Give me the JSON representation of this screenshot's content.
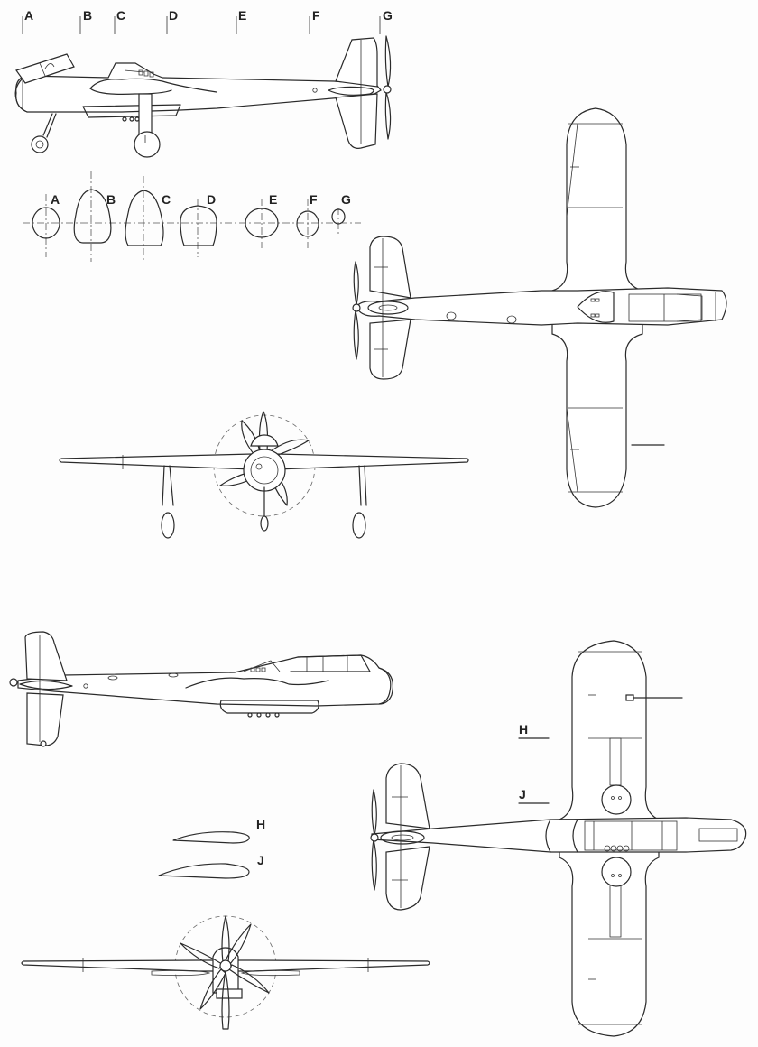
{
  "diagram": {
    "type": "aircraft three-view technical drawing",
    "style": {
      "line_color": "#2a2a2a",
      "background": "#fdfdfd",
      "centerline_color": "#555555"
    },
    "station_labels": [
      "A",
      "B",
      "C",
      "D",
      "E",
      "F",
      "G"
    ],
    "cross_section_labels": [
      "A",
      "B",
      "C",
      "D",
      "E",
      "F",
      "G"
    ],
    "airfoil_section_labels": [
      "H",
      "J"
    ],
    "planform_section_markers": [
      "H",
      "J"
    ],
    "views": [
      {
        "id": "side-view-top",
        "description": "Side profile with station markers A–G, canopy open, landing gear extended"
      },
      {
        "id": "cross-sections",
        "description": "Fuselage cross-sections at stations A–G"
      },
      {
        "id": "plan-view-top",
        "description": "Top plan view, pusher propeller at tail"
      },
      {
        "id": "front-view-gear-down",
        "description": "Front view with landing gear extended and propeller disc"
      },
      {
        "id": "side-view-bottom",
        "description": "Side profile, canopy closed, gear retracted"
      },
      {
        "id": "plan-view-bottom",
        "description": "Underside plan view with section markers H and J"
      },
      {
        "id": "airfoil-sections",
        "description": "Wing airfoil sections H and J"
      },
      {
        "id": "front-view-gear-up",
        "description": "Front view, gear retracted, six-blade propeller"
      }
    ]
  }
}
